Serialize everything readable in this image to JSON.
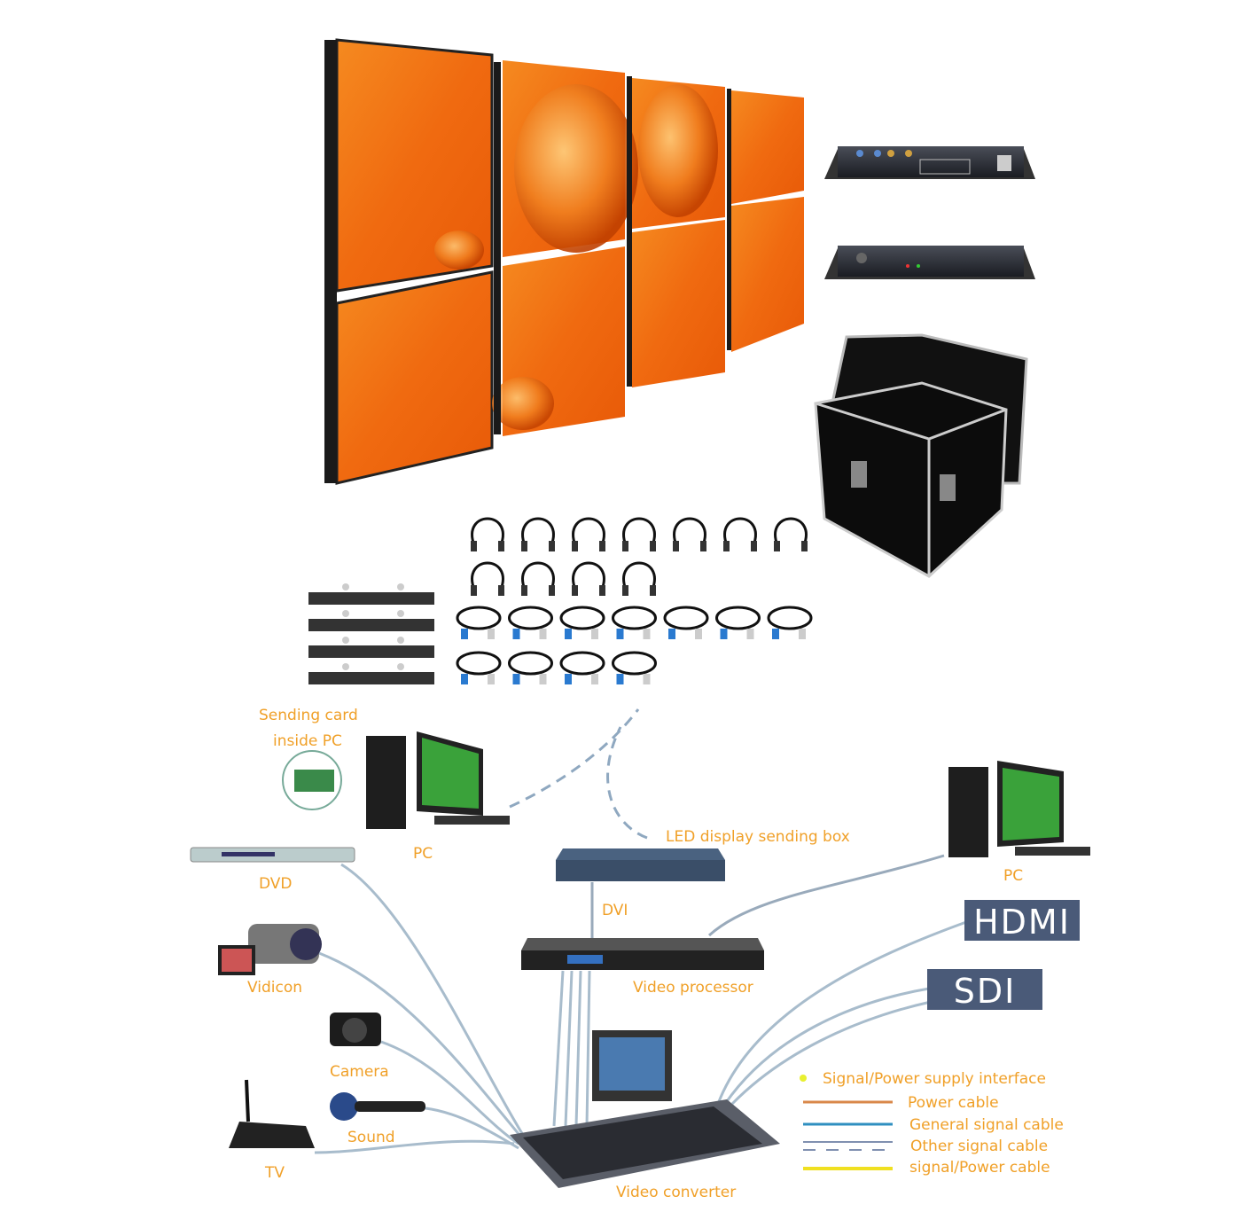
{
  "labels": {
    "sending_card": "Sending card",
    "inside_pc": "inside PC",
    "pc_left": "PC",
    "pc_right": "PC",
    "dvd": "DVD",
    "vidicon": "Vidicon",
    "camera": "Camera",
    "sound": "Sound",
    "tv": "TV",
    "led_sending_box": "LED display sending box",
    "dvi": "DVI",
    "video_processor": "Video processor",
    "video_converter": "Video converter",
    "hdmi": "HDMI",
    "sdi": "SDI"
  },
  "legend": {
    "items": [
      {
        "label": "Signal/Power supply interface",
        "color": "#e8f030",
        "style": "dot"
      },
      {
        "label": "Power cable",
        "color": "#d9884a",
        "style": "solid"
      },
      {
        "label": "General signal cable",
        "color": "#2f8fc0",
        "style": "solid"
      },
      {
        "label": "Other signal cable",
        "color": "#8090b0",
        "style": "dashed"
      },
      {
        "label": "signal/Power cable",
        "color": "#f0e020",
        "style": "solid"
      }
    ]
  },
  "colors": {
    "label": "#f0a028",
    "badge": "#4a5a78",
    "panel": "#f07a18"
  }
}
